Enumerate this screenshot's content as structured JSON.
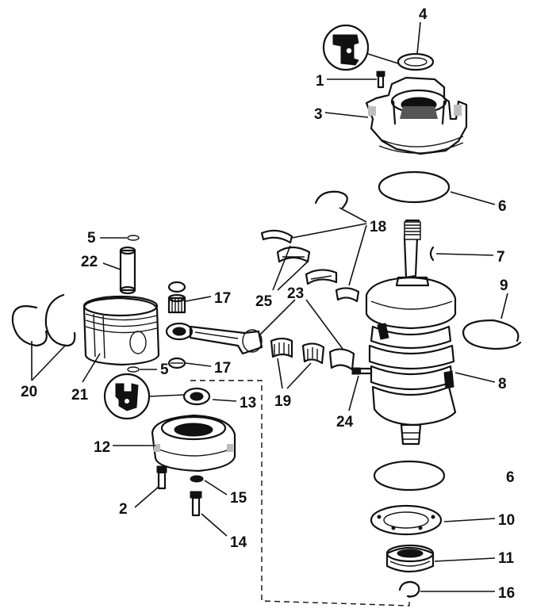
{
  "callouts": [
    {
      "id": "c1",
      "label": "1"
    },
    {
      "id": "c2",
      "label": "2"
    },
    {
      "id": "c3",
      "label": "3"
    },
    {
      "id": "c4",
      "label": "4"
    },
    {
      "id": "c5a",
      "label": "5"
    },
    {
      "id": "c5b",
      "label": "5"
    },
    {
      "id": "c6a",
      "label": "6"
    },
    {
      "id": "c6b",
      "label": "6"
    },
    {
      "id": "c7",
      "label": "7"
    },
    {
      "id": "c8",
      "label": "8"
    },
    {
      "id": "c9",
      "label": "9"
    },
    {
      "id": "c10",
      "label": "10"
    },
    {
      "id": "c11",
      "label": "11"
    },
    {
      "id": "c12",
      "label": "12"
    },
    {
      "id": "c13",
      "label": "13"
    },
    {
      "id": "c14",
      "label": "14"
    },
    {
      "id": "c15",
      "label": "15"
    },
    {
      "id": "c16",
      "label": "16"
    },
    {
      "id": "c17a",
      "label": "17"
    },
    {
      "id": "c17b",
      "label": "17"
    },
    {
      "id": "c18",
      "label": "18"
    },
    {
      "id": "c19",
      "label": "19"
    },
    {
      "id": "c20",
      "label": "20"
    },
    {
      "id": "c21",
      "label": "21"
    },
    {
      "id": "c22",
      "label": "22"
    },
    {
      "id": "c23",
      "label": "23"
    },
    {
      "id": "c24",
      "label": "24"
    },
    {
      "id": "c25",
      "label": "25"
    }
  ]
}
